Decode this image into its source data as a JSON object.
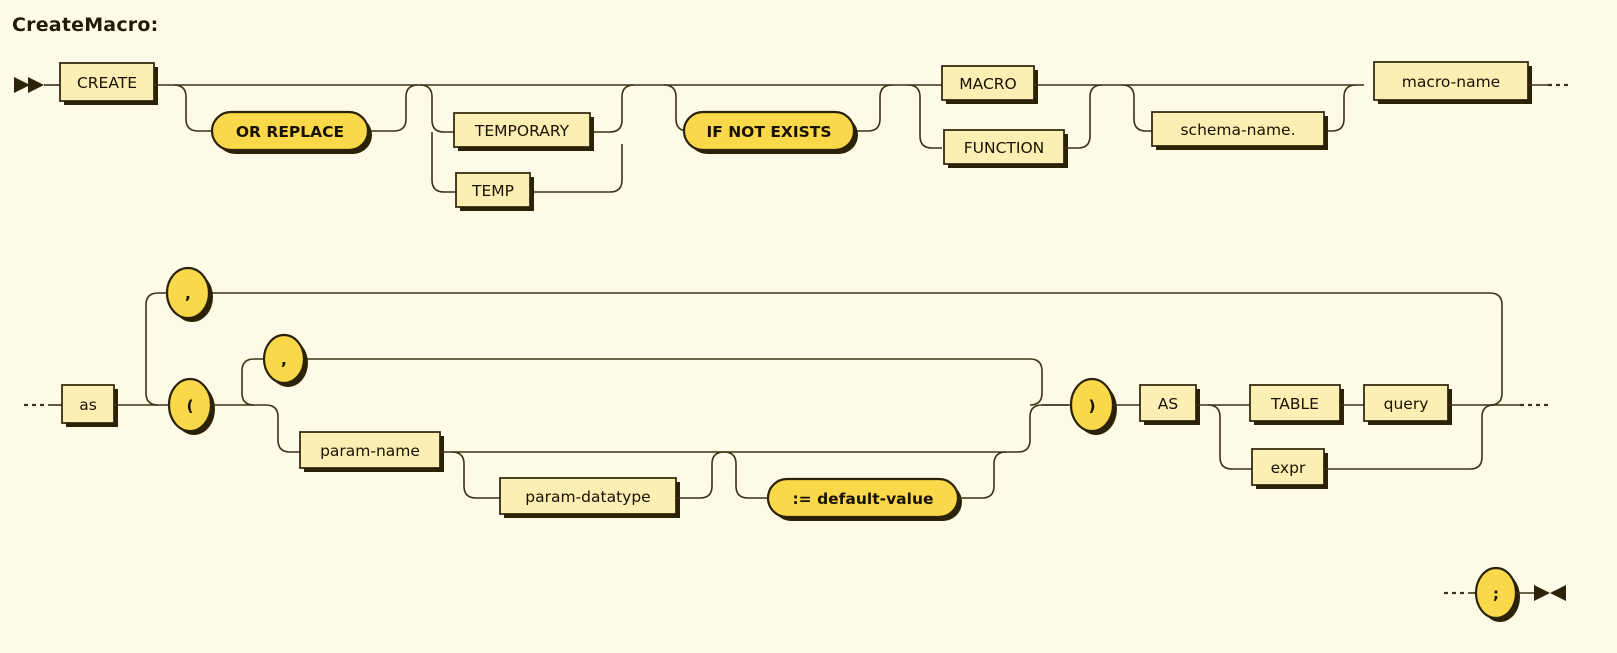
{
  "diagram": {
    "title": "CreateMacro:",
    "type": "railroad-syntax-diagram",
    "colors": {
      "background": "#FDFBE8",
      "nonterminal_fill": "#FBEFB4",
      "terminal_fill": "#F9D849",
      "line": "#3d3117",
      "border": "#2b2207",
      "text": "#191200"
    },
    "row1": {
      "create": "CREATE",
      "or_replace": "OR REPLACE",
      "temporary": "TEMPORARY",
      "temp": "TEMP",
      "if_not_exists": "IF NOT EXISTS",
      "macro": "MACRO",
      "function": "FUNCTION",
      "schema_name": "schema-name.",
      "macro_name": "macro-name"
    },
    "row2": {
      "as": "as",
      "comma_outer": ",",
      "comma_inner": ",",
      "lparen": "(",
      "param_name": "param-name",
      "param_datatype": "param-datatype",
      "default_value": ":= default-value",
      "rparen": ")",
      "as_kw": "AS",
      "table": "TABLE",
      "query": "query",
      "expr": "expr"
    },
    "row3": {
      "semicolon": ";"
    }
  }
}
